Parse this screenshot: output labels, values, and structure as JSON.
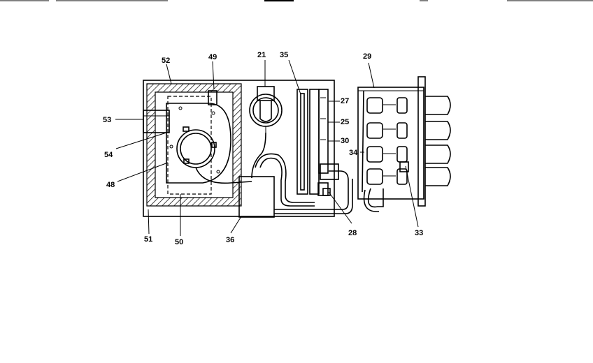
{
  "header": {
    "fragments": [
      "",
      "",
      "",
      "",
      ""
    ]
  },
  "callouts": [
    {
      "id": "c52",
      "text": "52"
    },
    {
      "id": "c49",
      "text": "49"
    },
    {
      "id": "c21",
      "text": "21"
    },
    {
      "id": "c35",
      "text": "35"
    },
    {
      "id": "c29",
      "text": "29"
    },
    {
      "id": "c27",
      "text": "27"
    },
    {
      "id": "c25",
      "text": "25"
    },
    {
      "id": "c30",
      "text": "30"
    },
    {
      "id": "c34",
      "text": "34"
    },
    {
      "id": "c53",
      "text": "53"
    },
    {
      "id": "c54",
      "text": "54"
    },
    {
      "id": "c48",
      "text": "48"
    },
    {
      "id": "c51",
      "text": "51"
    },
    {
      "id": "c50",
      "text": "50"
    },
    {
      "id": "c36",
      "text": "36"
    },
    {
      "id": "c28",
      "text": "28"
    },
    {
      "id": "c33",
      "text": "33"
    }
  ]
}
